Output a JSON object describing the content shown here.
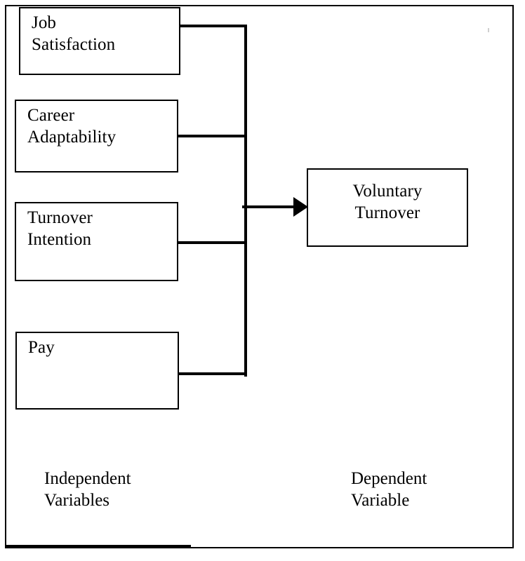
{
  "figure": {
    "type": "conceptual-framework-diagram",
    "background_color": "#ffffff",
    "line_color": "#000000"
  },
  "independent_variables": {
    "group_caption": "Independent\nVariables",
    "boxes": [
      {
        "id": "job-satisfaction",
        "label": "Job\nSatisfaction"
      },
      {
        "id": "career-adaptability",
        "label": "Career\nAdaptability"
      },
      {
        "id": "turnover-intention",
        "label": "Turnover\nIntention"
      },
      {
        "id": "pay",
        "label": "Pay"
      }
    ]
  },
  "dependent_variable": {
    "group_caption": "Dependent\nVariable",
    "box": {
      "id": "voluntary-turnover",
      "label": "Voluntary\nTurnover"
    }
  },
  "connector": {
    "arrow_direction": "left-to-right",
    "arrow_target": "voluntary-turnover",
    "style": "bus-junction"
  }
}
